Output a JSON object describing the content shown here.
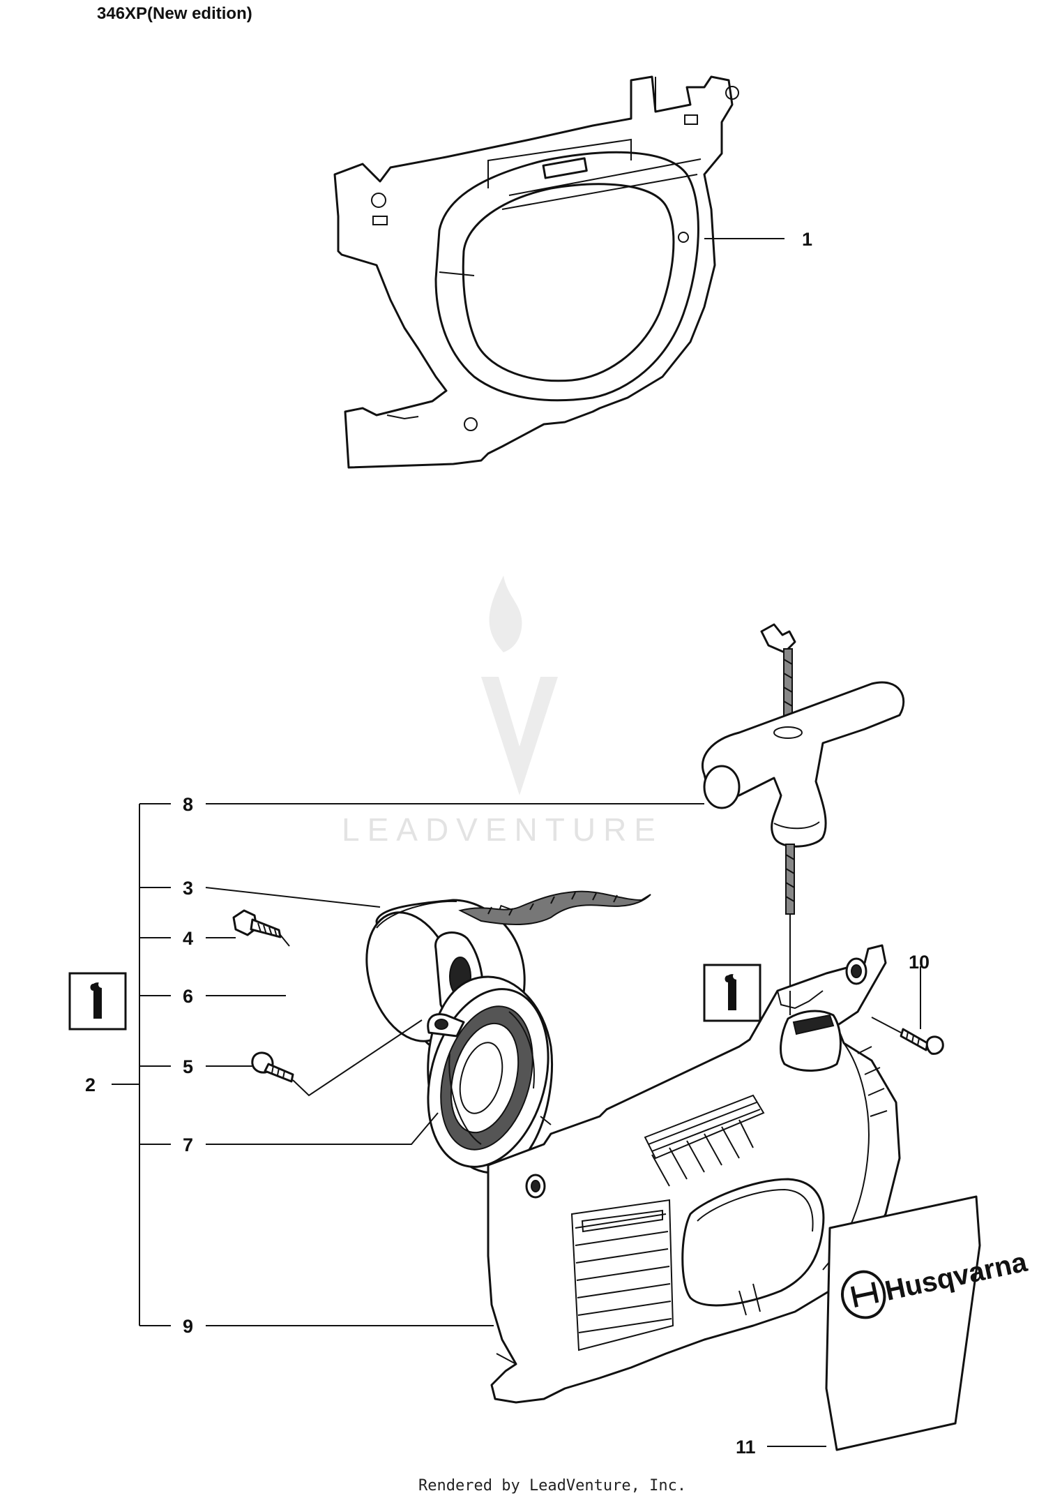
{
  "header": {
    "title": "346XP(New edition)"
  },
  "footer": {
    "text": "Rendered by LeadVenture, Inc."
  },
  "watermark": {
    "text": "LEADVENTURE"
  },
  "callouts": [
    "1",
    "2",
    "3",
    "4",
    "5",
    "6",
    "7",
    "8",
    "9",
    "10",
    "11"
  ],
  "decal": {
    "brand_text": "Husqvarna"
  },
  "icons": [
    "info-icon",
    "info-icon"
  ]
}
